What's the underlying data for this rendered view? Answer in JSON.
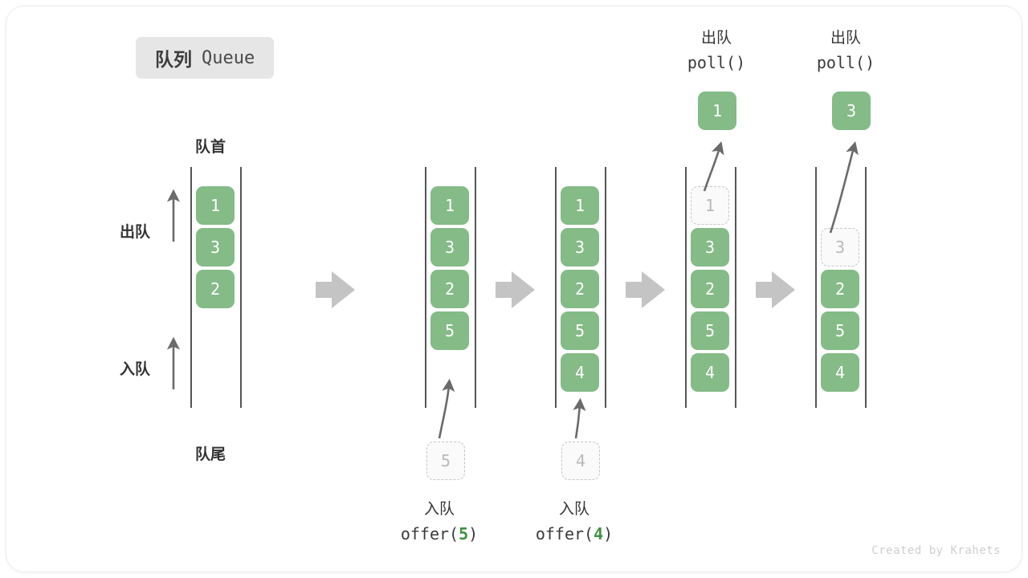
{
  "title": {
    "cn": "队列",
    "en": "Queue"
  },
  "labels": {
    "front": "队首",
    "rear": "队尾",
    "dequeue": "出队",
    "enqueue": "入队"
  },
  "operations": [
    {
      "name": "offer-5",
      "cn": "入队",
      "code_prefix": "offer(",
      "code_arg": "5",
      "code_suffix": ")",
      "ghost_value": "5"
    },
    {
      "name": "offer-4",
      "cn": "入队",
      "code_prefix": "offer(",
      "code_arg": "4",
      "code_suffix": ")",
      "ghost_value": "4"
    },
    {
      "name": "poll-1",
      "cn": "出队",
      "code_prefix": "poll(",
      "code_arg": "",
      "code_suffix": ")",
      "popped_value": "1"
    },
    {
      "name": "poll-3",
      "cn": "出队",
      "code_prefix": "poll(",
      "code_arg": "",
      "code_suffix": ")",
      "popped_value": "3"
    }
  ],
  "columns": [
    {
      "name": "queue-state-0",
      "items": [
        "1",
        "3",
        "2"
      ],
      "ghost_index": -1
    },
    {
      "name": "queue-state-1",
      "items": [
        "1",
        "3",
        "2",
        "5"
      ],
      "ghost_index": -1
    },
    {
      "name": "queue-state-2",
      "items": [
        "1",
        "3",
        "2",
        "5",
        "4"
      ],
      "ghost_index": -1
    },
    {
      "name": "queue-state-3",
      "items": [
        "1",
        "3",
        "2",
        "5",
        "4"
      ],
      "ghost_index": 0
    },
    {
      "name": "queue-state-4",
      "items": [
        "3",
        "2",
        "5",
        "4"
      ],
      "ghost_index": 0
    }
  ],
  "colors": {
    "element": "#84bb87",
    "element_text": "#ffffff",
    "ghost_fill": "#fafafa",
    "ghost_border": "#c6c6c6",
    "rail": "#555555",
    "arrow": "#6b6b6b",
    "transition_arrow": "#c4c4c4",
    "badge_bg": "#e6e6e6",
    "accent_number": "#3f9142"
  },
  "watermark": "Created by Krahets"
}
